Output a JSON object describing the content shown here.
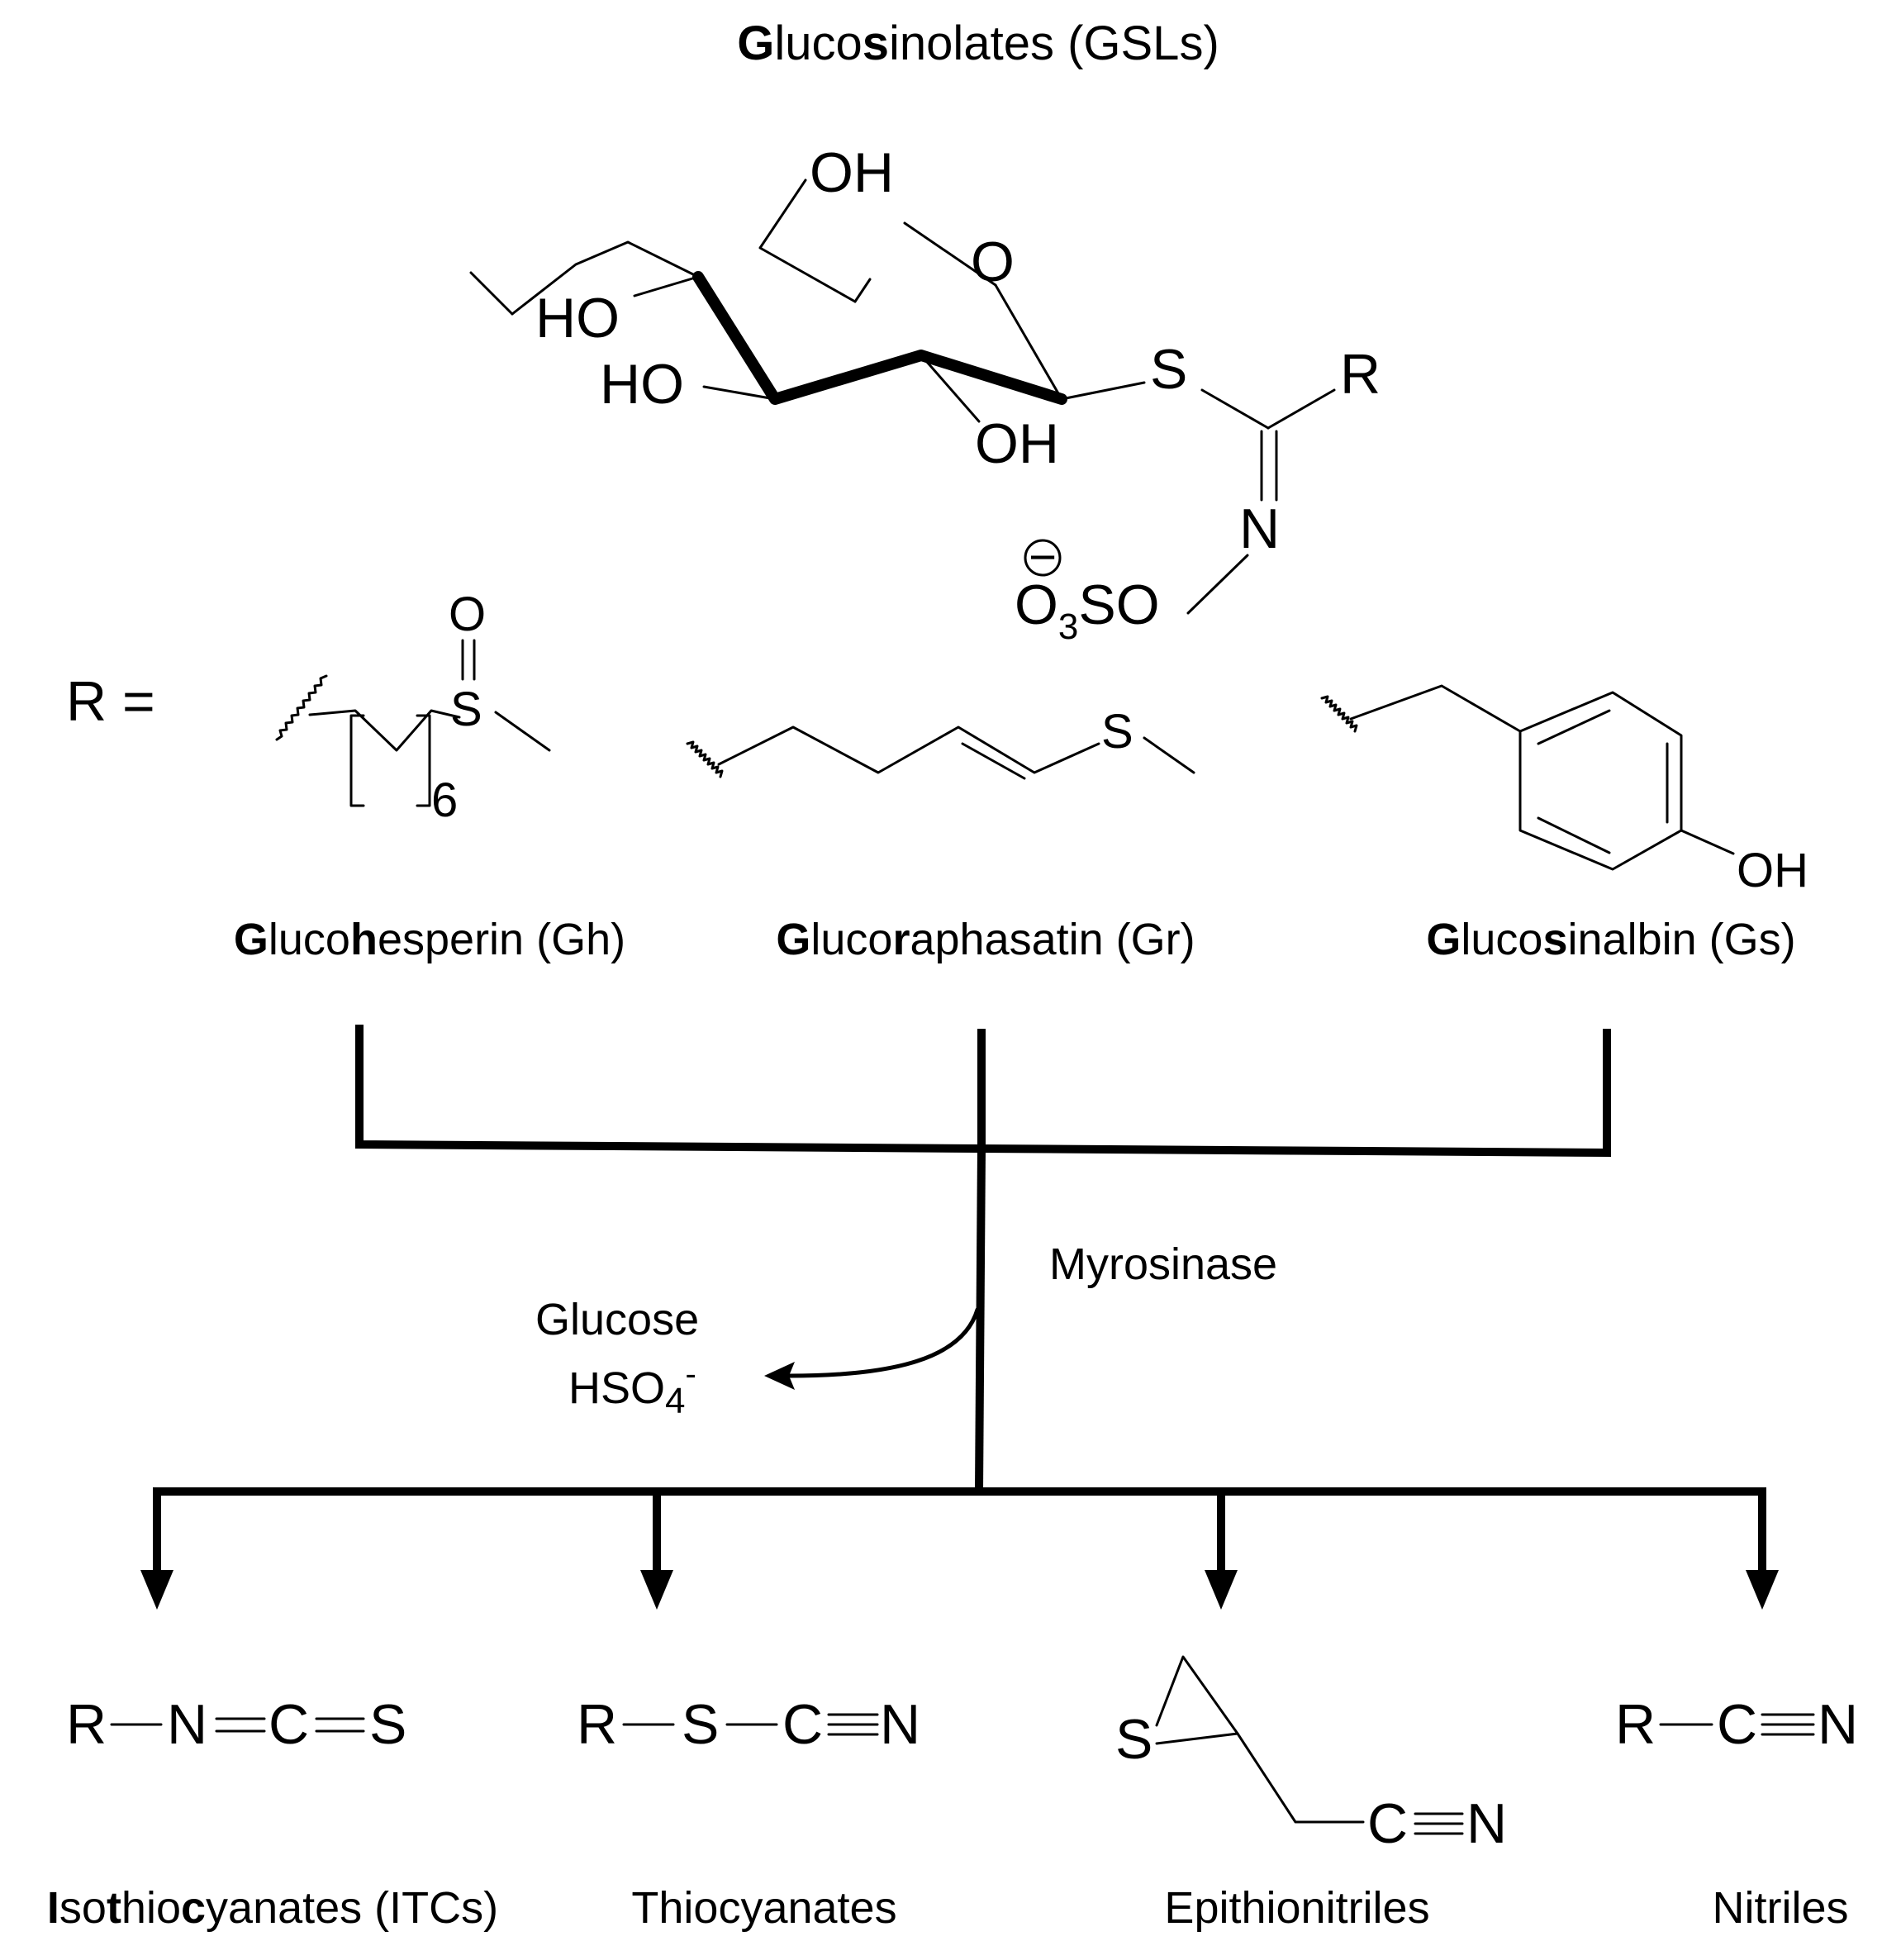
{
  "title": {
    "seg1_bold": "G",
    "seg2": "luco",
    "seg3_bold": "s",
    "seg4": "inolates",
    "seg5": " (GSLs)"
  },
  "structure": {
    "oh_top": "OH",
    "o_ring": "O",
    "ho_left": "HO",
    "ho_mid": "HO",
    "oh_bottom": "OH",
    "s": "S",
    "r": "R",
    "n": "N",
    "minus": "−",
    "o3so_o": "O",
    "o3so_3": "3",
    "o3so_so": "SO"
  },
  "r_equals": "R =",
  "r_groups": [
    {
      "atom_o": "O",
      "atom_s": "S",
      "repeat": "6",
      "name_bold1": "G",
      "name_mid1": "luco",
      "name_bold2": "h",
      "name_rest": "esperin (Gh)"
    },
    {
      "atom_s": "S",
      "name_bold1": "G",
      "name_mid1": "luco",
      "name_bold2": "r",
      "name_rest": "aphasatin  (Gr)"
    },
    {
      "atom_oh": "OH",
      "name_bold1": "G",
      "name_mid1": "luco",
      "name_bold2": "s",
      "name_rest": "inalbin (Gs)"
    }
  ],
  "enzyme": "Myrosinase",
  "byproducts": {
    "glucose": "Glucose",
    "hso4_main": "HSO",
    "hso4_sub": "4",
    "hso4_sup": "-"
  },
  "products": [
    {
      "formula": [
        "R",
        "N",
        "C",
        "S"
      ],
      "name_bold1": "I",
      "name_mid1": "so",
      "name_bold2": "t",
      "name_mid2": "hio",
      "name_bold3": "c",
      "name_rest": "yanates  (ITCs)"
    },
    {
      "formula": [
        "R",
        "S",
        "C",
        "N"
      ],
      "name": "Thiocyanates"
    },
    {
      "formula": [
        "S",
        "C",
        "N"
      ],
      "name": "Epithionitriles"
    },
    {
      "formula": [
        "R",
        "C",
        "N"
      ],
      "name": "Nitriles"
    }
  ]
}
